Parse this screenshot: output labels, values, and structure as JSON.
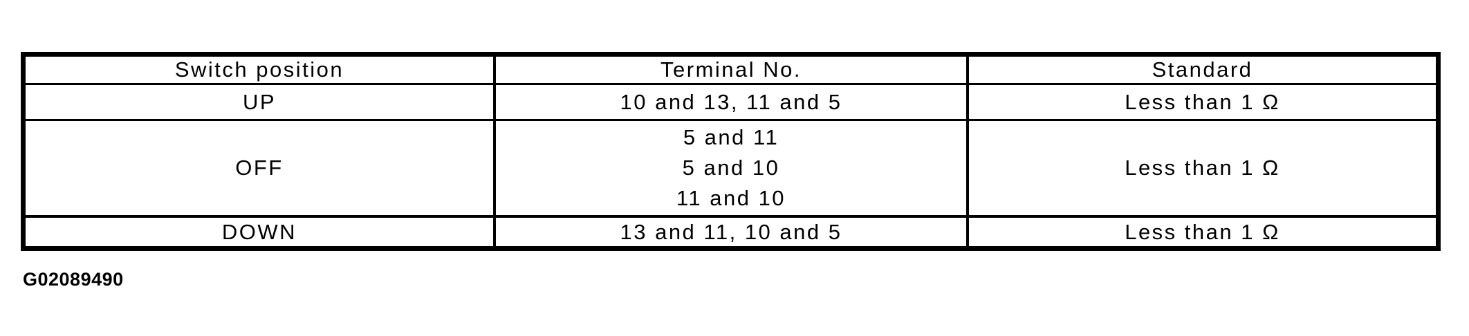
{
  "table": {
    "headers": [
      "Switch position",
      "Terminal No.",
      "Standard"
    ],
    "rows": [
      {
        "switch_position": "UP",
        "terminal_no": [
          "10 and 13, 11 and 5"
        ],
        "standard": "Less than 1 Ω"
      },
      {
        "switch_position": "OFF",
        "terminal_no": [
          "5 and 11",
          "5 and 10",
          "11 and 10"
        ],
        "standard": "Less than 1 Ω"
      },
      {
        "switch_position": "DOWN",
        "terminal_no": [
          "13 and 11, 10 and 5"
        ],
        "standard": "Less than 1 Ω"
      }
    ]
  },
  "figure_code": "G02089490",
  "colors": {
    "ink": "#000000",
    "paper": "#ffffff"
  }
}
